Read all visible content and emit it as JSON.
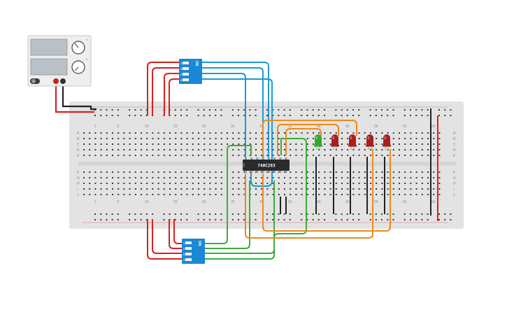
{
  "colors": {
    "canvas": "#ffffff",
    "breadboard": "#e3e3e3",
    "hole": "#3a3a3a",
    "rail_red": "#d32626",
    "rail_black": "#222222",
    "wire_red": "#d82020",
    "wire_black": "#222222",
    "wire_blue": "#1a9ad6",
    "wire_orange": "#ef8a18",
    "wire_green": "#3aae3a",
    "led_green": "#2fa82f",
    "led_red": "#a81e1e",
    "chip": "#2b2b2b",
    "dip_switch": "#1a88d4",
    "psu_body": "#eeeeee"
  },
  "power_supply": {
    "name": "dc-power-supply",
    "knob_labels": [
      "V",
      "A"
    ]
  },
  "breadboard": {
    "column_numbers": [
      "1",
      "5",
      "10",
      "15",
      "20",
      "25",
      "30",
      "35",
      "40",
      "45",
      "50",
      "55",
      "60"
    ],
    "row_letters_top": [
      "A",
      "B",
      "C",
      "D",
      "E"
    ],
    "row_letters_bottom": [
      "F",
      "G",
      "H",
      "I",
      "J"
    ]
  },
  "chip": {
    "label": "74HC283"
  },
  "dip_switches": [
    {
      "name": "dip-switch-top",
      "on_label": "ON",
      "numbers": [
        "1",
        "2",
        "3",
        "4"
      ]
    },
    {
      "name": "dip-switch-bottom",
      "on_label": "ON",
      "numbers": [
        "1",
        "2",
        "3",
        "4"
      ]
    }
  ],
  "leds": [
    {
      "name": "led-green",
      "color_key": "led_green"
    },
    {
      "name": "led-red-1",
      "color_key": "led_red"
    },
    {
      "name": "led-red-2",
      "color_key": "led_red"
    },
    {
      "name": "led-red-3",
      "color_key": "led_red"
    },
    {
      "name": "led-red-4",
      "color_key": "led_red"
    }
  ]
}
